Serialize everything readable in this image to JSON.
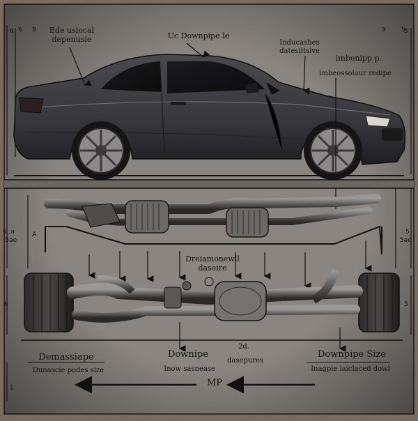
{
  "colors": {
    "paper": "#8a8580",
    "paper_dark": "#6d6762",
    "ink": "#121212",
    "car_body": "#3c3c3f",
    "car_body_dark": "#232326",
    "metal": "#59575a",
    "metal_light": "#8c8a8b",
    "frame": "#7a6a5f"
  },
  "top_labels": {
    "left": "Ede usiocal\ndepenusie",
    "center": "Uc Downpipe le",
    "right_1": "Inducashes\ndatesiltsive",
    "right_2": "imbenipp p.",
    "right_3": "imbeossolour redipe"
  },
  "middle_label": "Dreiamonewll\ndaseire",
  "bottom_labels": {
    "left_title": "Demassiape",
    "left_sub": "Dunascie podes size",
    "center_title": "Downipe",
    "center_sub": "Inow sasnease",
    "center_small": "dasepures",
    "center_number": "2d.",
    "right_title": "Downpipe Size",
    "right_sub": "Inagpie iaiclaced dowl"
  },
  "arrow_label": "MP",
  "side_ticks": {
    "left_top": "6",
    "left_mid_1": "6..a",
    "left_mid_2": "-5ae",
    "left_mid_3": "A",
    "left_low": "6",
    "left_bottom": "1",
    "right_top": "5",
    "right_mid_1": "5",
    "right_mid_2": "5ae",
    "right_low": "5",
    "top_left_1": "6",
    "top_left_2": "9",
    "top_right_1": "9",
    "top_right_2": "5"
  },
  "icons": {
    "car": "sedan-car-icon",
    "exhaust": "exhaust-system-icon"
  }
}
